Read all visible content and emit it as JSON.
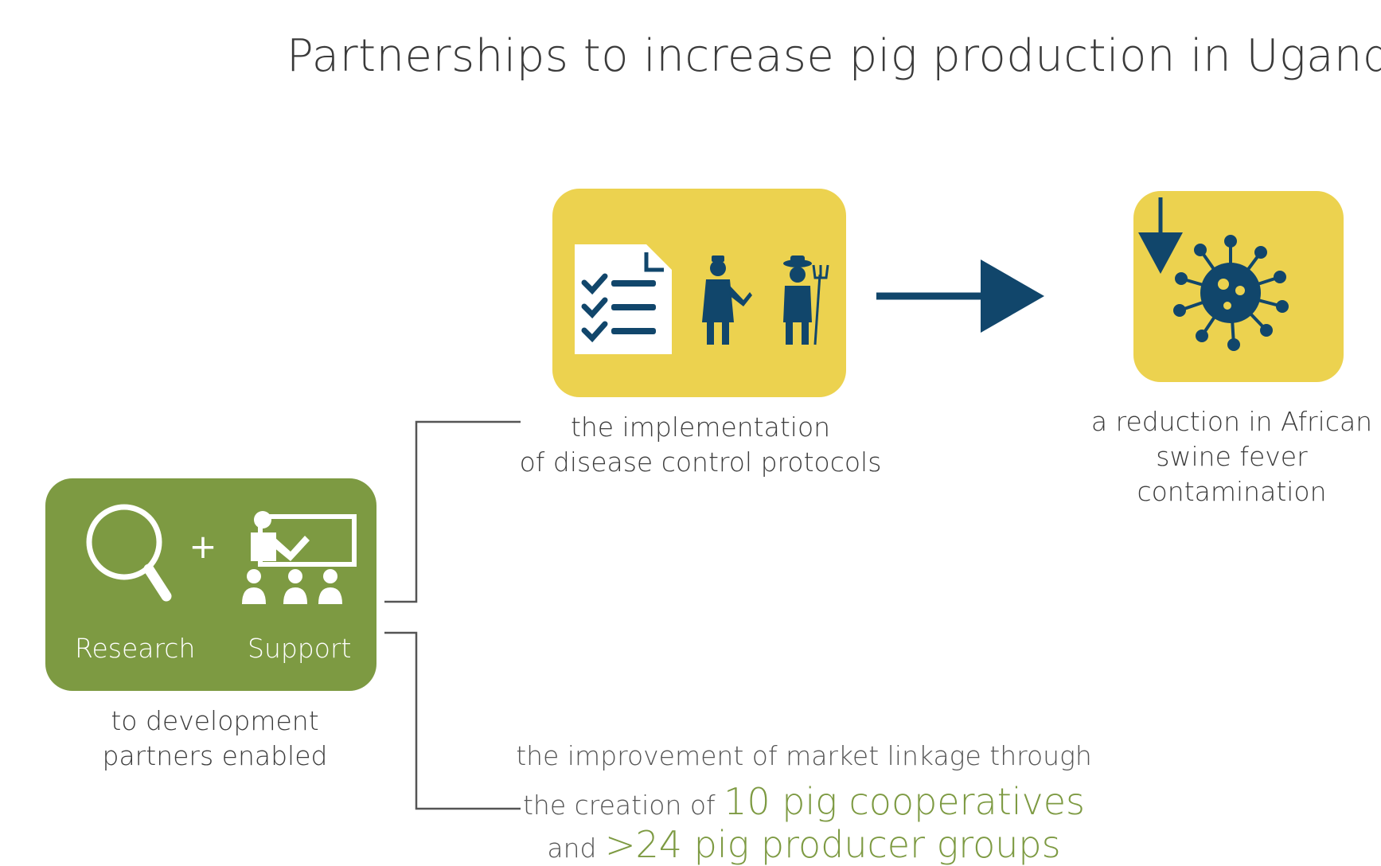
{
  "title": "Partnerships to increase pig production in Uganda",
  "nodes": {
    "research_support": {
      "research_label": "Research",
      "plus": "+",
      "support_label": "Support",
      "caption_line1": "to development",
      "caption_line2": "partners enabled",
      "icons": [
        "magnifier-icon",
        "teacher-presentation-icon"
      ]
    },
    "protocols": {
      "caption_line1": "the implementation",
      "caption_line2": "of disease control protocols",
      "icons": [
        "checklist-document-icon",
        "veterinarian-icon",
        "farmer-with-pitchfork-icon"
      ]
    },
    "asf": {
      "caption_line1": "a reduction in African",
      "caption_line2": "swine fever",
      "caption_line3": "contamination",
      "icons": [
        "down-arrow-icon",
        "virus-icon"
      ]
    },
    "market": {
      "line1": "the improvement of market linkage through",
      "line2_prefix": "the creation of ",
      "line2_highlight": "10 pig cooperatives",
      "line3_prefix": "and ",
      "line3_highlight": ">24 pig producer groups"
    }
  },
  "colors": {
    "yellow": "#ecd24f",
    "green": "#7d9a42",
    "navy": "#11466b",
    "connector": "#555555"
  }
}
